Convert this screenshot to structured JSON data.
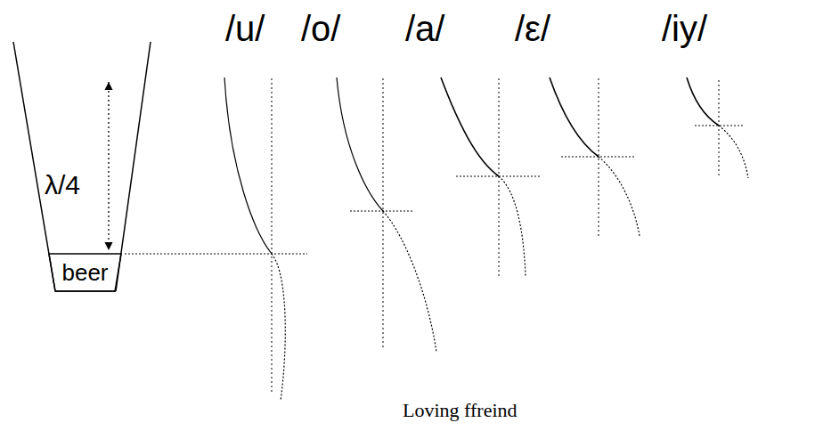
{
  "diagram": {
    "nodes": [
      {
        "text": [
          "beer"
        ]
      }
    ],
    "edges": [],
    "labels": [
      "/u/",
      "/o/",
      "/a/",
      "/ε/",
      "/iy/",
      "λ/4",
      "Loving ffreind"
    ]
  }
}
